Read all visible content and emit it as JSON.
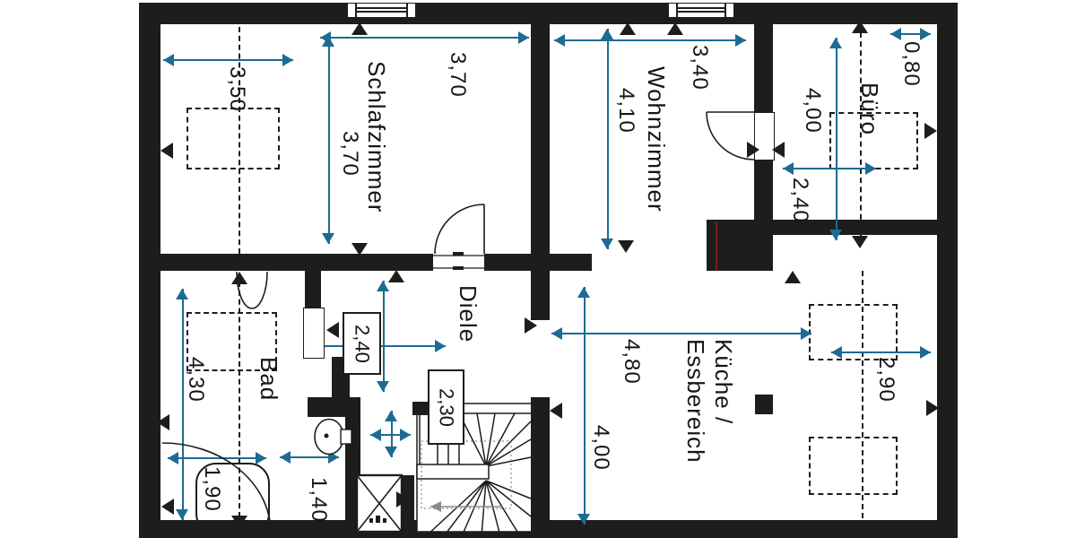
{
  "document": {
    "type": "apartment floor plan (scanned, rotated 90°)"
  },
  "colors": {
    "wall": "#1d1d1b",
    "dimension_arrows": "#1c6b93",
    "paper": "#ffffff",
    "stair_guide": "#8a8a8a",
    "scan_artifact_red": "#7b1d1d"
  },
  "rooms": {
    "schlafzimmer": "Schlafzimmer",
    "wohnzimmer": "Wohnzimmer",
    "buero": "Büro",
    "diele": "Diele",
    "bad": "Bad",
    "kueche": "Küche /\nEssbereich"
  },
  "dims": {
    "d_350": "3,50",
    "d_370h": "3,70",
    "d_370v": "3,70",
    "d_340": "3,40",
    "d_410": "4,10",
    "d_080": "0,80",
    "d_400_buero": "4,00",
    "d_240_buero": "2,40",
    "d_240_box": "2,40",
    "d_230_box": "2,30",
    "d_430": "4,30",
    "d_190": "1,90",
    "d_140": "1,40",
    "d_480": "4,80",
    "d_400_kueche": "4,00",
    "d_290": "2,90"
  }
}
